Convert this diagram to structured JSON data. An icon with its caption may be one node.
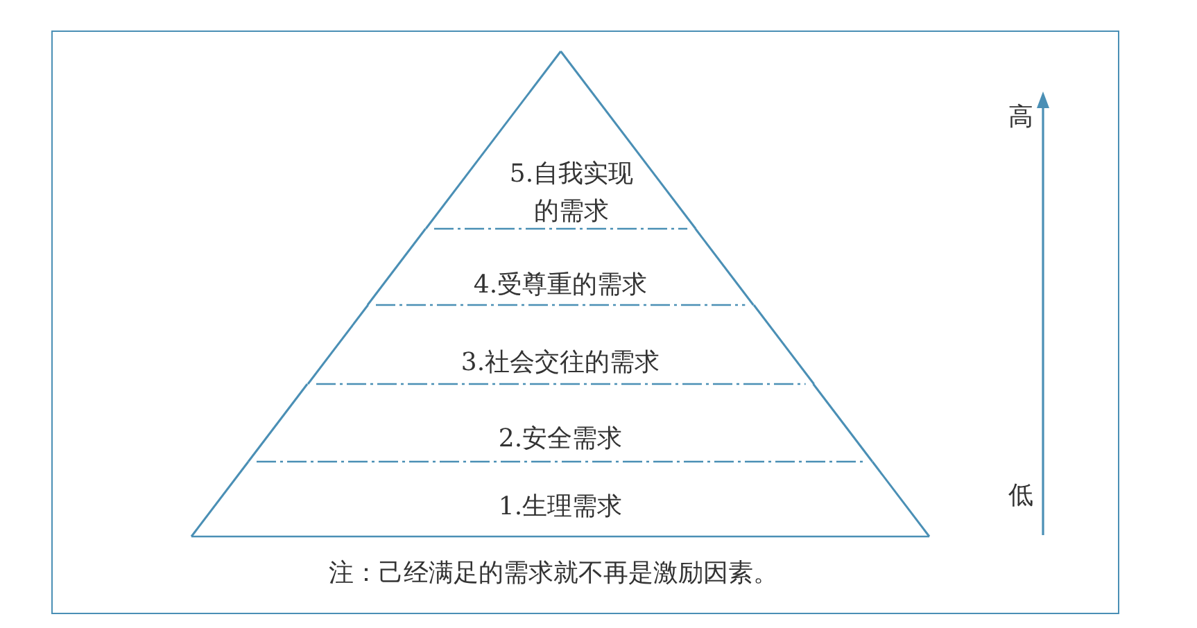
{
  "diagram": {
    "caption": "注：己经满足的需求就不再是激励因素。",
    "nodes": [
      {
        "text": [
          "5.自我实现的需求"
        ]
      },
      {
        "text": [
          "4.受尊重的需求"
        ]
      },
      {
        "text": [
          "3.社会交往的需求"
        ]
      },
      {
        "text": [
          "2.安全需求"
        ]
      },
      {
        "text": [
          "1.生理需求"
        ]
      }
    ],
    "labels": [
      "高",
      "低"
    ]
  }
}
